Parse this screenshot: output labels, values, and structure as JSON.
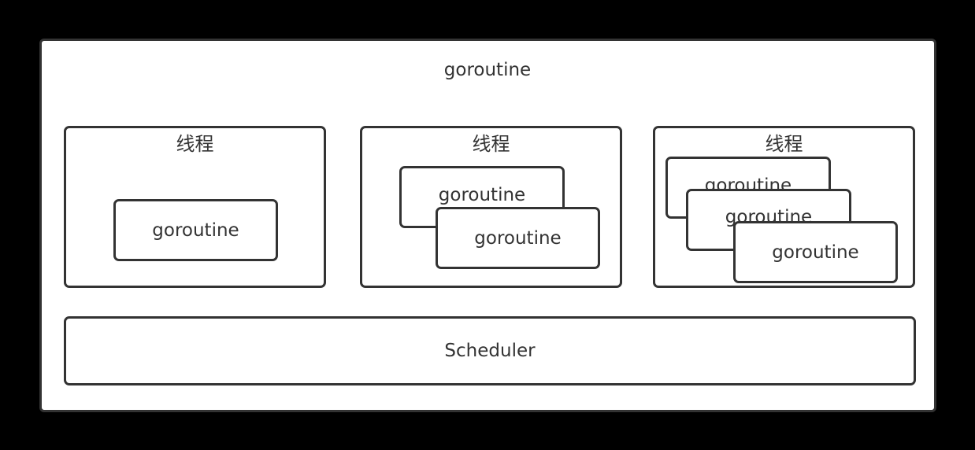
{
  "diagram": {
    "outer_title": "goroutine",
    "threads": [
      {
        "label": "线程",
        "goroutines": [
          "goroutine"
        ]
      },
      {
        "label": "线程",
        "goroutines": [
          "goroutine",
          "goroutine"
        ]
      },
      {
        "label": "线程",
        "goroutines": [
          "goroutine",
          "goroutine",
          "goroutine"
        ]
      }
    ],
    "scheduler_label": "Scheduler"
  },
  "colors": {
    "background": "#000000",
    "panel": "#ffffff",
    "stroke": "#333333",
    "text": "#333333"
  }
}
